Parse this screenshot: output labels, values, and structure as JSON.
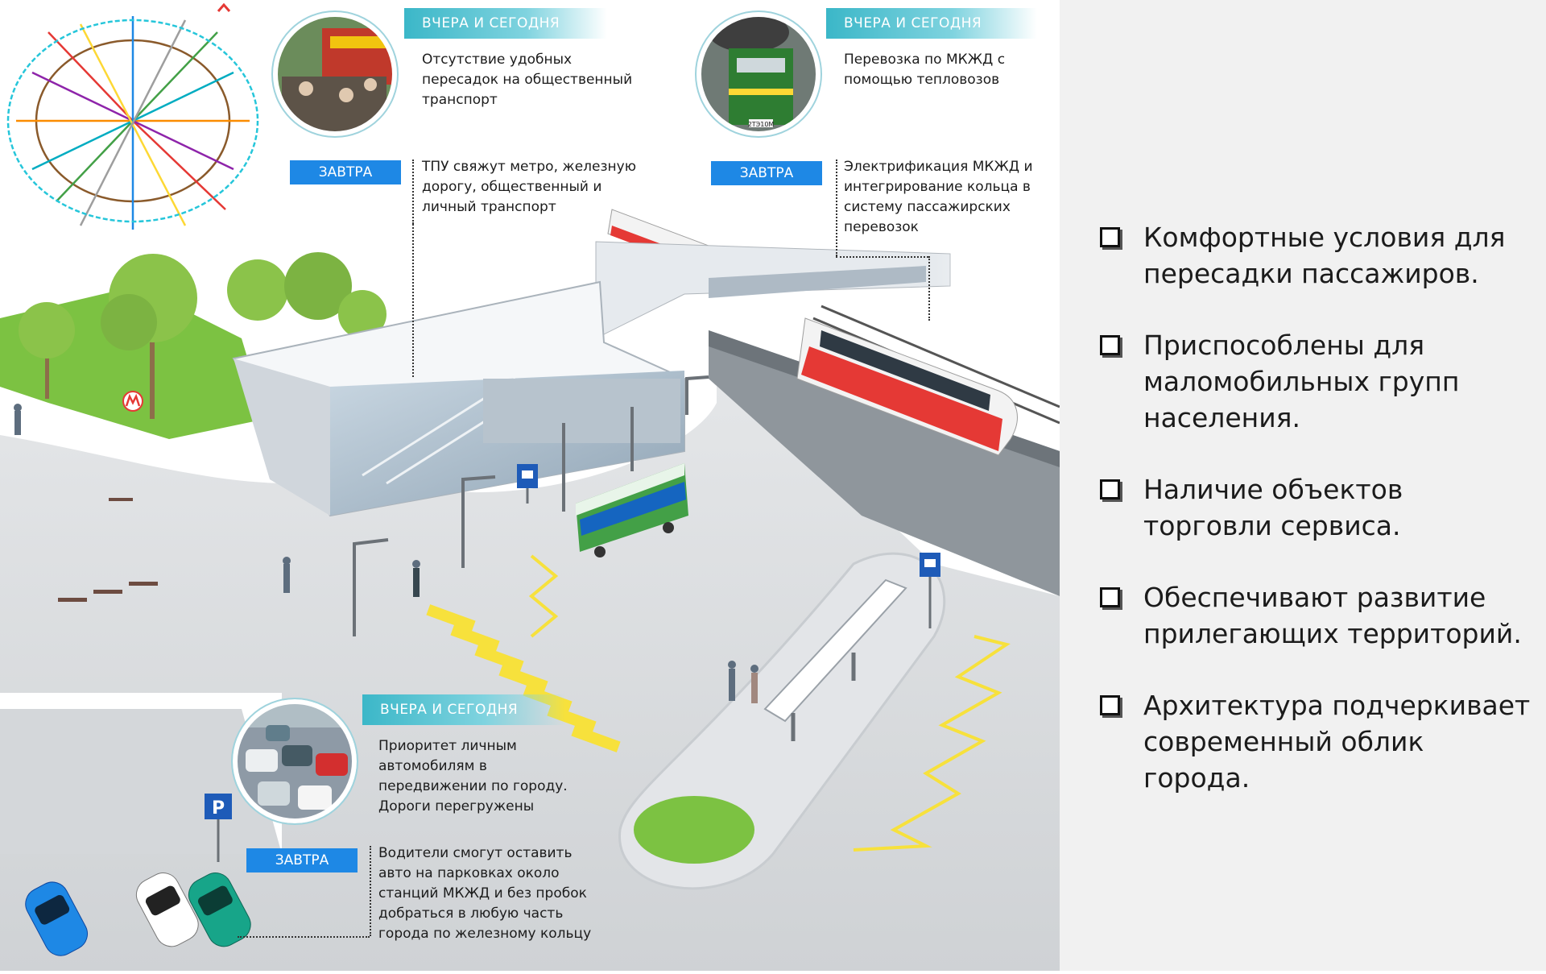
{
  "callouts": {
    "top_left": {
      "band": "ВЧЕРА И СЕГОДНЯ",
      "past_text": "Отсутствие удобных пересадок на общественный транспорт",
      "tomorrow_label": "ЗАВТРА",
      "future_text": "ТПУ свяжут метро, железную дорогу, общественный и личный транспорт"
    },
    "top_right": {
      "band": "ВЧЕРА И СЕГОДНЯ",
      "past_text": "Перевозка по МКЖД с помощью тепловозов",
      "tomorrow_label": "ЗАВТРА",
      "future_text": "Электрификация МКЖД и интегрирование кольца в систему пассажирских перевозок"
    },
    "bottom": {
      "band": "ВЧЕРА И СЕГОДНЯ",
      "past_text": "Приоритет личным автомобилям в передвижении по городу. Дороги перегружены",
      "tomorrow_label": "ЗАВТРА",
      "future_text": "Водители смогут оставить авто на парковках около станций МКЖД и без пробок добраться в любую часть города по железному кольцу"
    }
  },
  "signs": {
    "parking": "P",
    "metro": "M",
    "train_plate": "2ТЭ10М"
  },
  "bullets": [
    "Комфортные условия для пересадки пассажиров.",
    "Приспособлены для маломобильных групп населения.",
    "Наличие объектов торговли сервиса.",
    "Обеспечивают развитие прилегающих территорий.",
    "Архитектура подчеркивает современный облик города."
  ],
  "colors": {
    "band": "#3bb7c8",
    "tomorrow": "#1e88e5",
    "grass": "#7cc242",
    "train_red": "#e53935",
    "bus_green": "#43a047",
    "crosswalk": "#f7e13c",
    "panel": "#f1f1f1"
  },
  "icons": [
    "checkbox-icon",
    "metro-logo-icon",
    "bus-stop-icon",
    "parking-sign-icon"
  ]
}
